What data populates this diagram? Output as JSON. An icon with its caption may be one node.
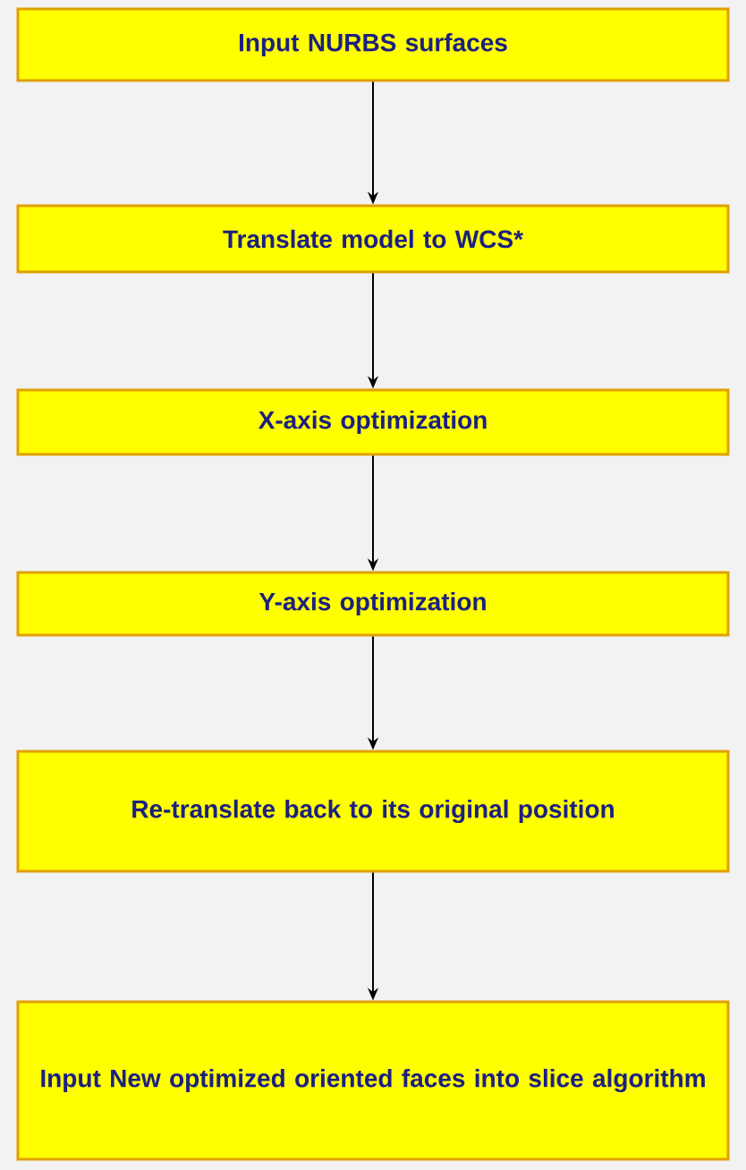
{
  "diagram": {
    "nodes": [
      {
        "text": [
          "Input NURBS surfaces"
        ]
      },
      {
        "text": [
          "Translate model to WCS*"
        ]
      },
      {
        "text": [
          "X-axis optimization"
        ]
      },
      {
        "text": [
          "Y-axis optimization"
        ]
      },
      {
        "text": [
          "Re-translate back to its original position"
        ]
      },
      {
        "text": [
          "Input New optimized oriented faces into slice algorithm"
        ]
      }
    ],
    "edges": [
      {
        "from": 0,
        "to": 1,
        "arrow": "to"
      },
      {
        "from": 1,
        "to": 2,
        "arrow": "to"
      },
      {
        "from": 2,
        "to": 3,
        "arrow": "to"
      },
      {
        "from": 3,
        "to": 4,
        "arrow": "to"
      },
      {
        "from": 4,
        "to": 5,
        "arrow": "to"
      }
    ]
  }
}
